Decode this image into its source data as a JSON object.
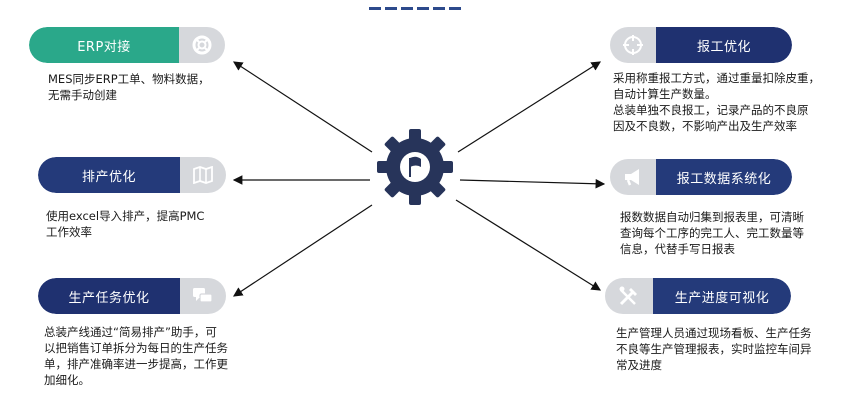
{
  "colors": {
    "teal": "#2aa88a",
    "navy": "#243a7a",
    "navy_dark": "#1f3170",
    "icon_bg": "#d6d8dc",
    "gear": "#27345a"
  },
  "left": [
    {
      "label": "ERP对接",
      "icon": "lifebuoy-icon",
      "desc": "MES同步ERP工单、物料数据，\n无需手动创建"
    },
    {
      "label": "排产优化",
      "icon": "map-icon",
      "desc": "使用excel导入排产，提高PMC\n工作效率"
    },
    {
      "label": "生产任务优化",
      "icon": "chat-icon",
      "desc": "总装产线通过“简易排产”助手，可\n以把销售订单拆分为每日的生产任务\n单，排产准确率进一步提高，工作更\n加细化。"
    }
  ],
  "right": [
    {
      "label": "报工优化",
      "icon": "target-icon",
      "desc": "采用称重报工方式，通过重量扣除皮重，\n自动计算生产数量。\n总装单独不良报工，记录产品的不良原\n因及不良数，不影响产出及生产效率"
    },
    {
      "label": "报工数据系统化",
      "icon": "megaphone-icon",
      "desc": "报数数据自动归集到报表里，可清晰\n查询每个工序的完工人、完工数量等\n信息，代替手写日报表"
    },
    {
      "label": "生产进度可视化",
      "icon": "tools-icon",
      "desc": "生产管理人员通过现场看板、生产任务\n不良等生产管理报表，实时监控车间异\n常及进度"
    }
  ],
  "center": {
    "icon": "flag-gear-icon"
  }
}
